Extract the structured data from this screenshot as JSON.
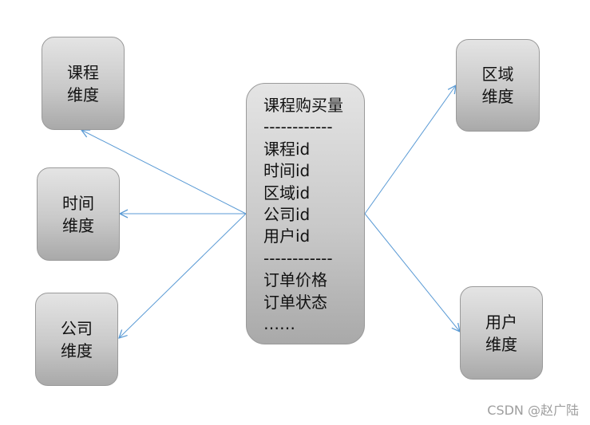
{
  "colors": {
    "arrow": "#5b9bd5",
    "box_top": "#e4e4e4",
    "box_bottom": "#a9a9a9",
    "box_border": "#9a9a9a",
    "text": "#111111",
    "watermark": "#9e9e9e"
  },
  "dimensions": {
    "course": {
      "line1": "课程",
      "line2": "维度"
    },
    "time": {
      "line1": "时间",
      "line2": "维度"
    },
    "company": {
      "line1": "公司",
      "line2": "维度"
    },
    "region": {
      "line1": "区域",
      "line2": "维度"
    },
    "user": {
      "line1": "用户",
      "line2": "维度"
    }
  },
  "fact": {
    "title": "课程购买量",
    "separator1": "------------",
    "keys": [
      "课程id",
      "时间id",
      "区域id",
      "公司id",
      "用户id"
    ],
    "separator2": "------------",
    "measures": [
      "订单价格",
      "订单状态"
    ],
    "ellipsis": "……"
  },
  "watermark": "CSDN @赵广陆"
}
